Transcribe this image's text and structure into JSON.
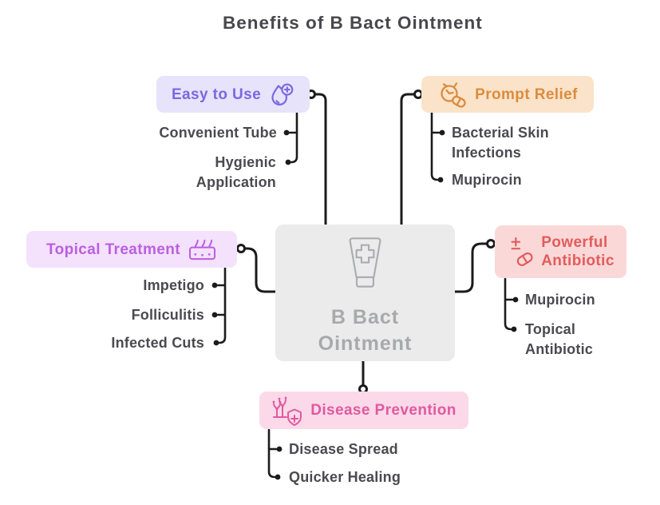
{
  "title": "Benefits of B Bact Ointment",
  "center": {
    "label": "B Bact\nOintment",
    "icon": "ointment-tube",
    "bg_color": "#EBEBEB",
    "text_color": "#A8A9AC"
  },
  "branches": [
    {
      "label": "Easy to Use",
      "icon": "droplet-plus",
      "bg_color": "#E7E3FA",
      "text_color": "#7A68E0",
      "children": [
        "Convenient Tube",
        "Hygienic\nApplication"
      ]
    },
    {
      "label": "Prompt Relief",
      "icon": "clock-pill",
      "bg_color": "#FAE3C9",
      "text_color": "#DB8C3E",
      "children": [
        "Bacterial Skin\nInfections",
        "Mupirocin"
      ]
    },
    {
      "label": "Topical Treatment",
      "icon": "skin-layer",
      "bg_color": "#F4E1FC",
      "text_color": "#BA5FE0",
      "children": [
        "Impetigo",
        "Folliculitis",
        "Infected Cuts"
      ]
    },
    {
      "label": "Powerful\nAntibiotic",
      "icon": "pill-plus-minus",
      "bg_color": "#FBD8D8",
      "text_color": "#E25C5C",
      "children": [
        "Mupirocin",
        "Topical\nAntibiotic"
      ]
    },
    {
      "label": "Disease Prevention",
      "icon": "germ-shield",
      "bg_color": "#FBD9E9",
      "text_color": "#E159A0",
      "children": [
        "Disease Spread",
        "Quicker Healing"
      ]
    }
  ],
  "line_color": "#1B1B1D",
  "body_text_color": "#4A4A4F"
}
